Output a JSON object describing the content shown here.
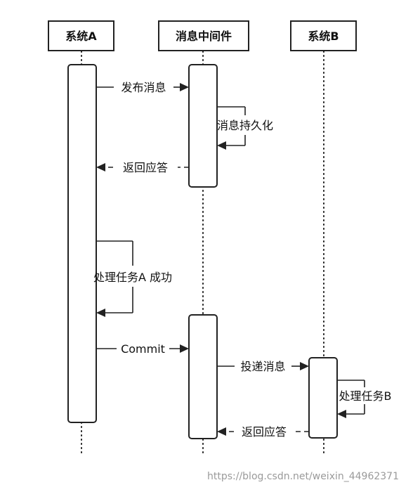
{
  "participants": {
    "system_a": "系统A",
    "middleware": "消息中间件",
    "system_b": "系统B"
  },
  "messages": {
    "publish": "发布消息",
    "persist": "消息持久化",
    "reply1": "返回应答",
    "process_a": "处理任务A 成功",
    "commit": "Commit",
    "deliver": "投递消息",
    "process_b": "处理任务B",
    "reply2": "返回应答"
  },
  "watermark": "https://blog.csdn.net/weixin_44962371",
  "colors": {
    "line": "#222222",
    "background": "#ffffff",
    "watermark": "#9a9a9a"
  }
}
